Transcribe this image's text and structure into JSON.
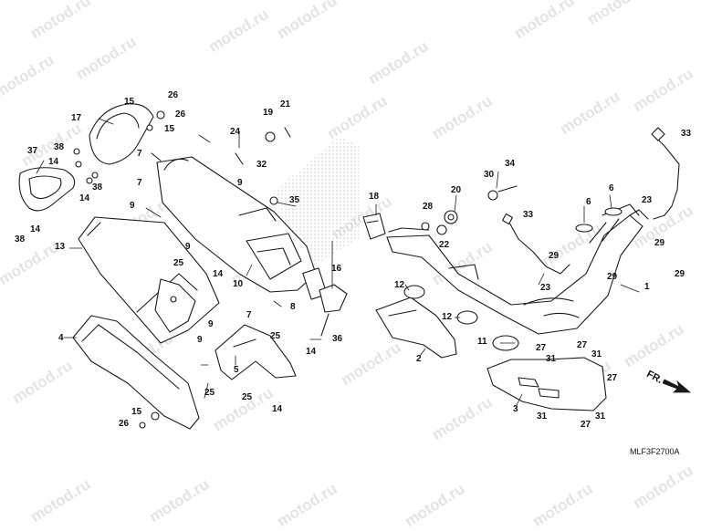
{
  "watermark": "motod.ru",
  "diagram_code": "MLF3F2700A",
  "front_marker": "FR.",
  "part_labels": {
    "p1": "1",
    "p2": "2",
    "p3": "3",
    "p4": "4",
    "p5": "5",
    "p6a": "6",
    "p6b": "6",
    "p7a": "7",
    "p7b": "7",
    "p7c": "7",
    "p8": "8",
    "p9a": "9",
    "p9b": "9",
    "p9c": "9",
    "p9d": "9",
    "p9e": "9",
    "p10": "10",
    "p11": "11",
    "p12a": "12",
    "p12b": "12",
    "p13": "13",
    "p14a": "14",
    "p14b": "14",
    "p14c": "14",
    "p14d": "14",
    "p14e": "14",
    "p14f": "14",
    "p15a": "15",
    "p15b": "15",
    "p15c": "15",
    "p16": "16",
    "p17": "17",
    "p18": "18",
    "p19": "19",
    "p20": "20",
    "p21": "21",
    "p22": "22",
    "p23a": "23",
    "p23b": "23",
    "p24": "24",
    "p25a": "25",
    "p25b": "25",
    "p25c": "25",
    "p25d": "25",
    "p26a": "26",
    "p26b": "26",
    "p26c": "26",
    "p27a": "27",
    "p27b": "27",
    "p27c": "27",
    "p27d": "27",
    "p28": "28",
    "p29a": "29",
    "p29b": "29",
    "p29c": "29",
    "p29d": "29",
    "p30": "30",
    "p31a": "31",
    "p31b": "31",
    "p31c": "31",
    "p31d": "31",
    "p32": "32",
    "p33a": "33",
    "p33b": "33",
    "p34": "34",
    "p35": "35",
    "p36": "36",
    "p37": "37",
    "p38a": "38",
    "p38b": "38",
    "p38c": "38"
  },
  "colors": {
    "line": "#1a1a1a",
    "watermark": "#e4e4e4",
    "fill": "#ffffff",
    "shade": "#cfcfcf"
  }
}
